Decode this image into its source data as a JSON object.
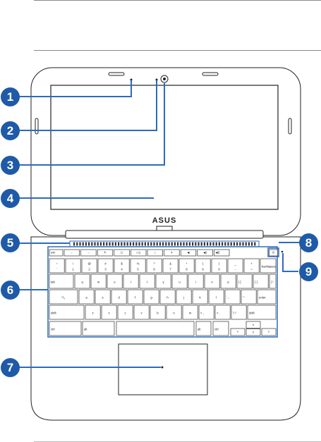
{
  "brand": "ASUS",
  "colors": {
    "callout": "#1f5aa8",
    "highlight": "#2c6bbf",
    "outline": "#222222"
  },
  "callouts": [
    {
      "n": "1",
      "part": "microphone"
    },
    {
      "n": "2",
      "part": "camera-indicator"
    },
    {
      "n": "3",
      "part": "camera"
    },
    {
      "n": "4",
      "part": "display"
    },
    {
      "n": "5",
      "part": "hinge"
    },
    {
      "n": "8",
      "part": "power-button"
    },
    {
      "n": "9",
      "part": "power-indicator"
    },
    {
      "n": "6",
      "part": "keyboard"
    },
    {
      "n": "7",
      "part": "touchpad"
    }
  ],
  "keyboard": {
    "row0": [
      "esc",
      "←",
      "→",
      "↻",
      "▢",
      "▭▯",
      "☼",
      "☀",
      "◀",
      "◀)",
      "◀))",
      "⏻"
    ],
    "row1": [
      {
        "t": "~",
        "b": "`"
      },
      {
        "t": "!",
        "b": "1"
      },
      {
        "t": "@",
        "b": "2"
      },
      {
        "t": "#",
        "b": "3"
      },
      {
        "t": "$",
        "b": "4"
      },
      {
        "t": "%",
        "b": "5"
      },
      {
        "t": "^",
        "b": "6"
      },
      {
        "t": "&",
        "b": "7"
      },
      {
        "t": "*",
        "b": "8"
      },
      {
        "t": "(",
        "b": "9"
      },
      {
        "t": ")",
        "b": "0"
      },
      {
        "t": "_",
        "b": "-"
      },
      {
        "t": "+",
        "b": "="
      },
      {
        "t": "backspace",
        "b": ""
      }
    ],
    "row2": [
      "tab",
      "q",
      "w",
      "e",
      "r",
      "t",
      "y",
      "u",
      "i",
      "o",
      "p",
      "{ [",
      "} ]",
      "| \\"
    ],
    "row3": [
      "🔍",
      "a",
      "s",
      "d",
      "f",
      "g",
      "h",
      "j",
      "k",
      "l",
      ": ;",
      "\" '",
      "enter"
    ],
    "row4": [
      "shift",
      "z",
      "x",
      "c",
      "v",
      "b",
      "n",
      "m",
      "< ,",
      "> .",
      "? /",
      "shift"
    ],
    "row5": [
      "ctrl",
      "alt",
      "",
      "alt",
      "ctrl",
      "<",
      "∨",
      ">"
    ],
    "arrow_up": "∧"
  }
}
